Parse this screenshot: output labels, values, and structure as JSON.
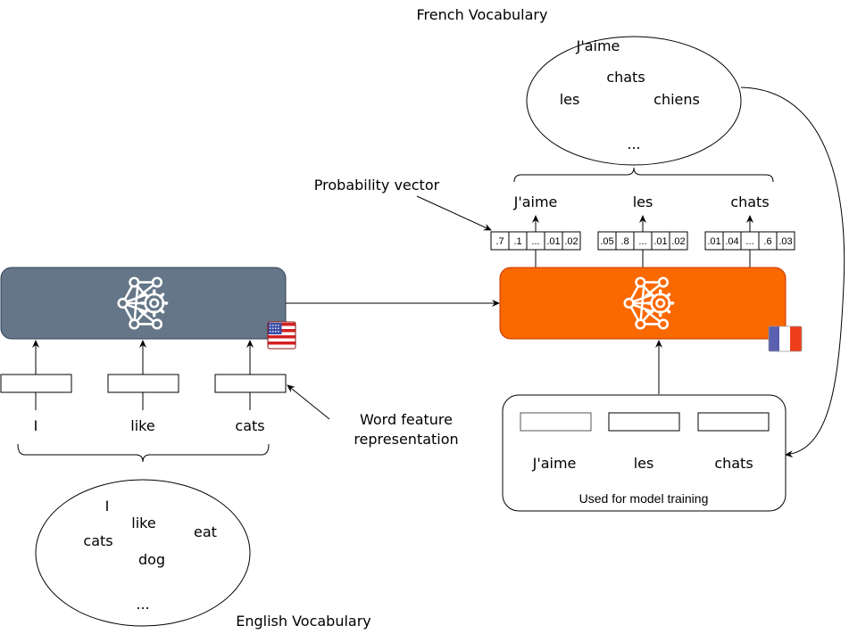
{
  "french_vocab": {
    "title": "French Vocabulary",
    "words": [
      "J'aime",
      "chats",
      "les",
      "chiens",
      "..."
    ]
  },
  "english_vocab": {
    "title": "English Vocabulary",
    "words": [
      "I",
      "like",
      "cats",
      "eat",
      "dog",
      "..."
    ]
  },
  "annotations": {
    "probability_vector": "Probability vector",
    "word_feature_line1": "Word feature",
    "word_feature_line2": "representation"
  },
  "encoder": {
    "color": "#647687",
    "icon": "neural-network-gear-icon",
    "flag": "us-flag-icon",
    "inputs": [
      "I",
      "like",
      "cats"
    ]
  },
  "decoder": {
    "color": "#fa6800",
    "icon": "neural-network-gear-icon",
    "flag": "france-flag-icon",
    "outputs": [
      {
        "word": "J'aime",
        "probs": [
          ".7",
          ".1",
          "...",
          ".01",
          ".02"
        ]
      },
      {
        "word": "les",
        "probs": [
          ".05",
          ".8",
          "...",
          ".01",
          ".02"
        ]
      },
      {
        "word": "chats",
        "probs": [
          ".01",
          ".04",
          "...",
          ".6",
          ".03"
        ]
      }
    ]
  },
  "training": {
    "words": [
      "J'aime",
      "les",
      "chats"
    ],
    "caption": "Used for model training"
  }
}
